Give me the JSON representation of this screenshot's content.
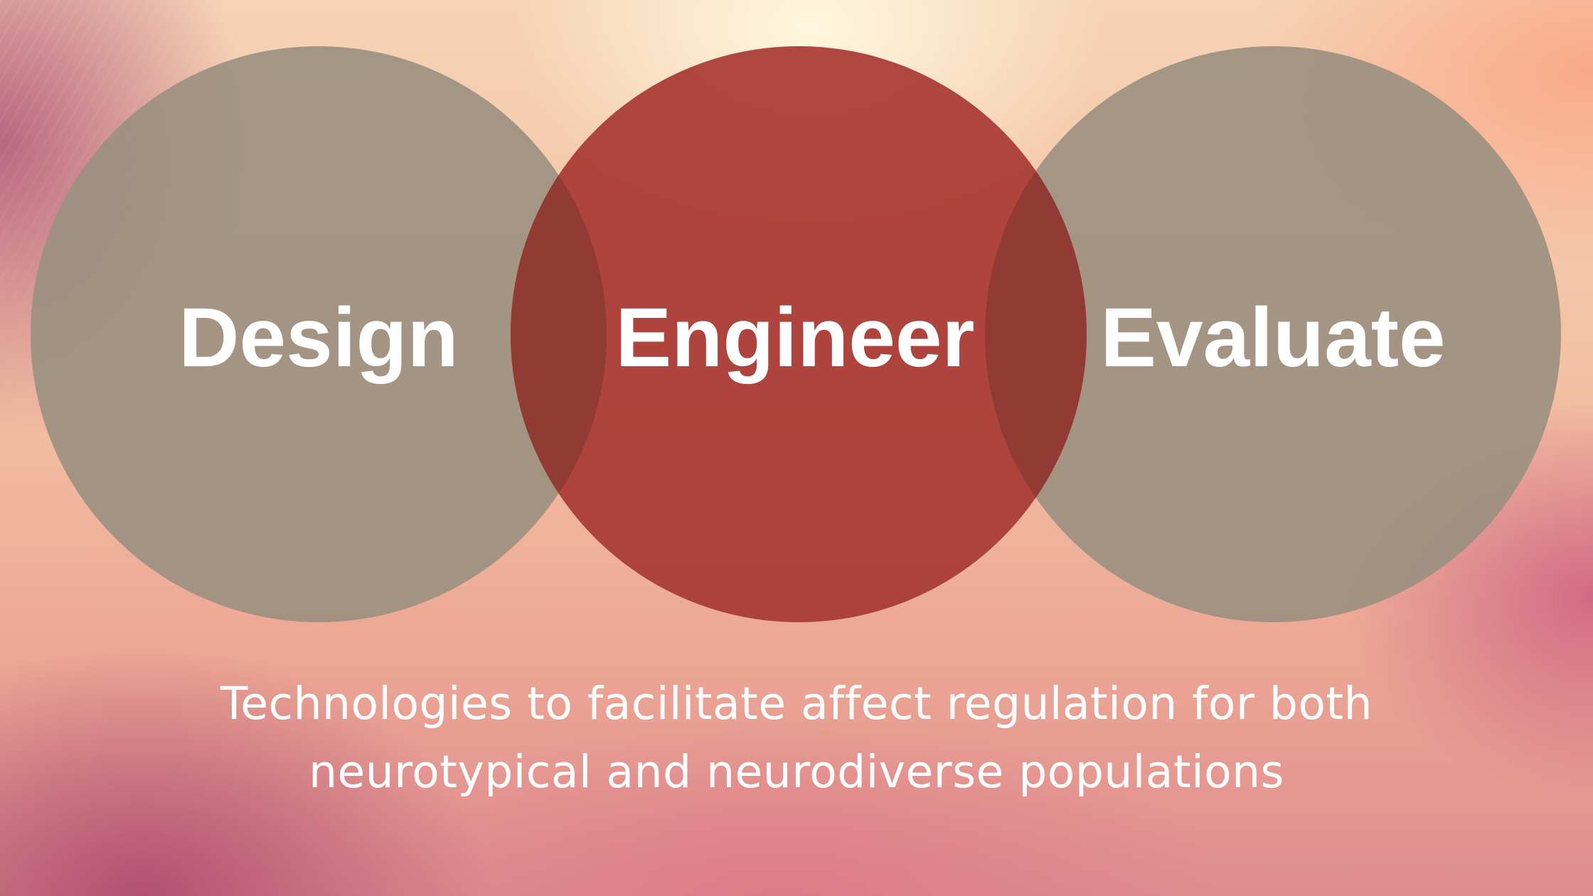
{
  "diagram": {
    "circles": [
      {
        "label": "Design",
        "color": "#9c9080"
      },
      {
        "label": "Engineer",
        "color": "#a83a35"
      },
      {
        "label": "Evaluate",
        "color": "#9c9080"
      }
    ],
    "overlap_color": "#923a34"
  },
  "tagline": {
    "line1": "Technologies to facilitate affect regulation for both",
    "line2": "neurotypical and neurodiverse populations"
  }
}
